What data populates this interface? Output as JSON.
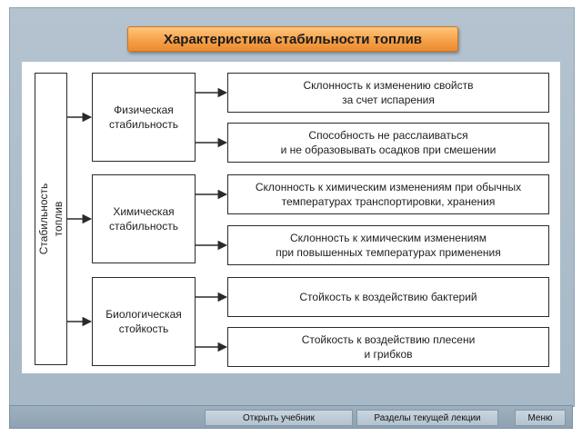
{
  "slide": {
    "title": "Характеристика стабильности топлив"
  },
  "diagram": {
    "root": "Стабильность топлив",
    "categories": [
      {
        "label": "Физическая\nстабильность",
        "items": [
          "Склонность к изменению свойств\nза счет испарения",
          "Способность не расслаиваться\nи не образовывать осадков при смешении"
        ]
      },
      {
        "label": "Химическая\nстабильность",
        "items": [
          "Склонность к химическим изменениям при обычных\nтемпературах транспортировки, хранения",
          "Склонность к химическим изменениям\nпри повышенных температурах применения"
        ]
      },
      {
        "label": "Биологическая\nстойкость",
        "items": [
          "Стойкость к воздействию бактерий",
          "Стойкость к воздействию плесени\nи грибков"
        ]
      }
    ]
  },
  "nav": {
    "open_textbook": "Открыть учебник",
    "lecture_sections": "Разделы текущей лекции",
    "menu": "Меню"
  },
  "colors": {
    "title_bar": "#f5a14a",
    "frame": "#b4c3cf"
  }
}
